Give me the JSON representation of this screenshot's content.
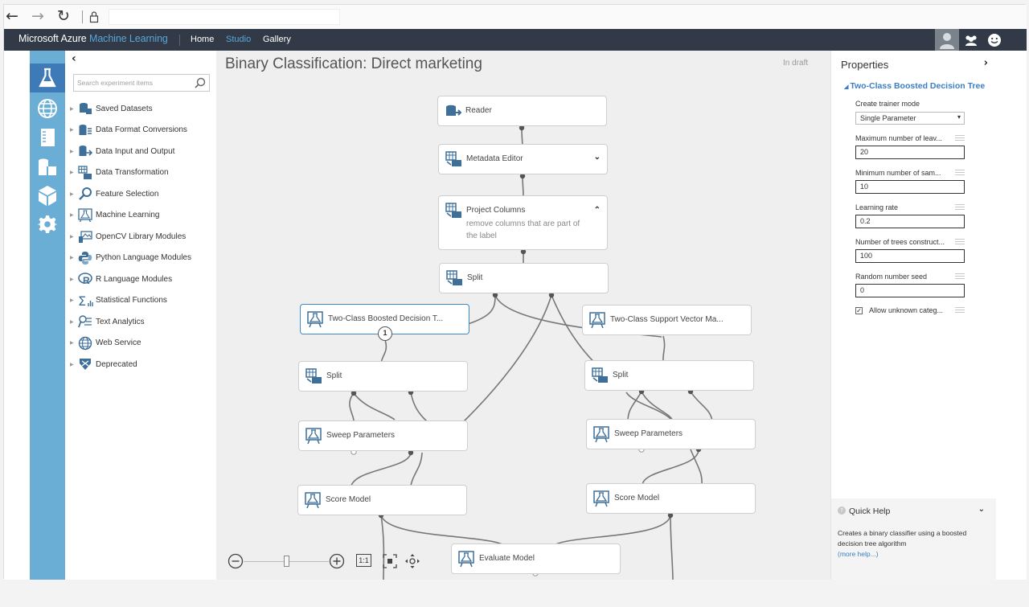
{
  "browser": {
    "back": "←",
    "forward": "→",
    "reload": "↻",
    "lock": "🔒"
  },
  "topbar": {
    "brand_main": "Microsoft Azure ",
    "brand_accent": "Machine Learning",
    "nav": [
      "Home",
      "Studio",
      "Gallery"
    ]
  },
  "palette": {
    "collapse": "‹",
    "search_placeholder": "Search experiment items",
    "items": [
      {
        "label": "Saved Datasets",
        "icon": "database-icon"
      },
      {
        "label": "Data Format Conversions",
        "icon": "format-convert-icon"
      },
      {
        "label": "Data Input and Output",
        "icon": "data-io-icon"
      },
      {
        "label": "Data Transformation",
        "icon": "grid-transform-icon"
      },
      {
        "label": "Feature Selection",
        "icon": "magnifier-icon"
      },
      {
        "label": "Machine Learning",
        "icon": "flask-icon"
      },
      {
        "label": "OpenCV Library Modules",
        "icon": "opencv-icon"
      },
      {
        "label": "Python Language Modules",
        "icon": "python-icon"
      },
      {
        "label": "R Language Modules",
        "icon": "r-icon"
      },
      {
        "label": "Statistical Functions",
        "icon": "sigma-icon"
      },
      {
        "label": "Text Analytics",
        "icon": "text-analytics-icon"
      },
      {
        "label": "Web Service",
        "icon": "globe-icon"
      },
      {
        "label": "Deprecated",
        "icon": "deprecated-icon"
      }
    ]
  },
  "canvas": {
    "title": "Binary Classification: Direct marketing",
    "status": "In draft",
    "badge": "1",
    "nodes": {
      "reader": "Reader",
      "metadata": "Metadata Editor",
      "project": "Project Columns",
      "project_sub": "remove columns that are part of the label",
      "split_main": "Split",
      "boosted": "Two-Class Boosted Decision T...",
      "svm": "Two-Class Support Vector Ma...",
      "split_left": "Split",
      "split_right": "Split",
      "sweep_left": "Sweep Parameters",
      "sweep_right": "Sweep Parameters",
      "score_left": "Score Model",
      "score_right": "Score Model",
      "evaluate": "Evaluate Model"
    },
    "zoom": {
      "ratio_label": "1:1",
      "level": 0.5
    }
  },
  "properties": {
    "title": "Properties",
    "collapse": "›",
    "module": "Two-Class Boosted Decision Tree",
    "fields": {
      "trainer_mode_label": "Create trainer mode",
      "trainer_mode_value": "Single Parameter",
      "max_leaves_label": "Maximum number of leav...",
      "max_leaves_value": "20",
      "min_samples_label": "Minimum number of sam...",
      "min_samples_value": "10",
      "learning_rate_label": "Learning rate",
      "learning_rate_value": "0.2",
      "num_trees_label": "Number of trees construct...",
      "num_trees_value": "100",
      "seed_label": "Random number seed",
      "seed_value": "0",
      "allow_unknown_label": "Allow unknown categ...",
      "allow_unknown_checked": true
    }
  },
  "quick_help": {
    "title": "Quick Help",
    "description": "Creates a binary classifier using a boosted decision tree algorithm",
    "link": "(more help...)"
  },
  "colors": {
    "topbar": "#313a46",
    "rail": "#6aaed6",
    "rail_active": "#3e7ab8",
    "accent": "#3b7ec4",
    "canvas": "#efefef"
  }
}
